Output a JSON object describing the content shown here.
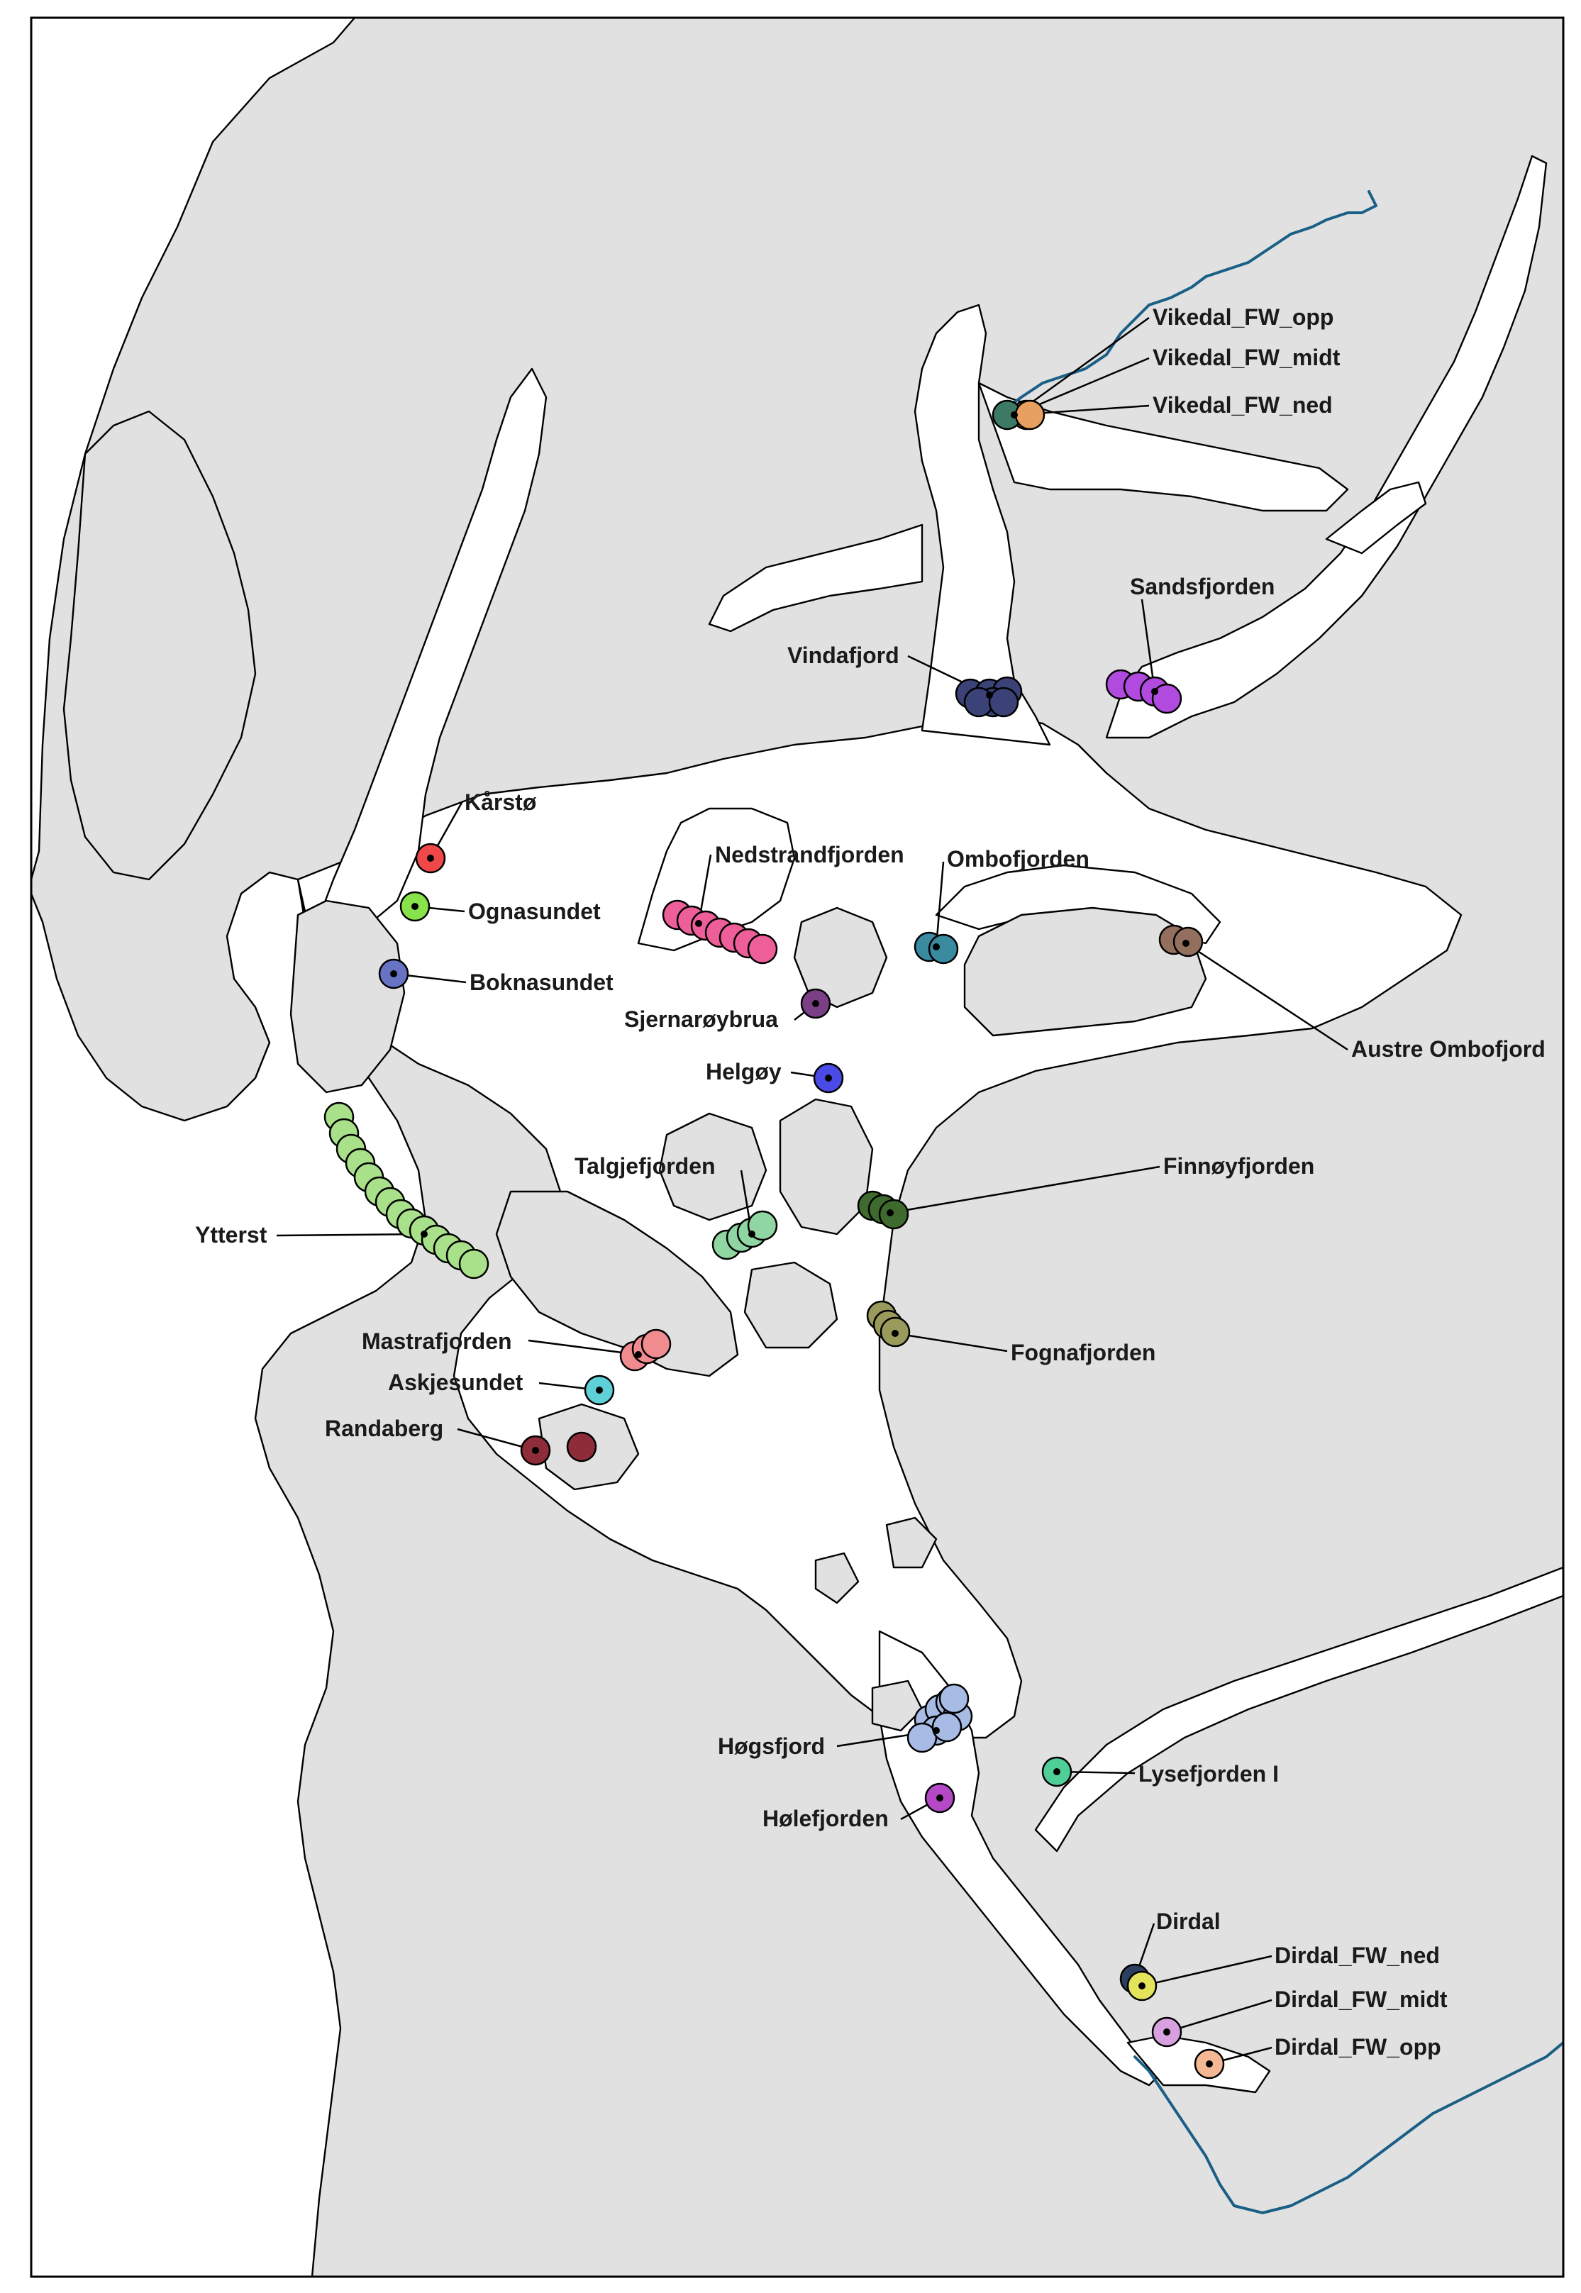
{
  "map": {
    "colors": {
      "land": "#e1e1e1",
      "water": "#ffffff",
      "river": "#1b5f86",
      "border": "#000000"
    }
  },
  "sites": [
    {
      "id": "vikedal_fw_opp",
      "label": "Vikedal_FW_opp",
      "color": "#d99a5b"
    },
    {
      "id": "vikedal_fw_midt",
      "label": "Vikedal_FW_midt",
      "color": "#3d7a66"
    },
    {
      "id": "vikedal_fw_ned",
      "label": "Vikedal_FW_ned",
      "color": "#e8a060"
    },
    {
      "id": "sandsfjorden",
      "label": "Sandsfjorden",
      "color": "#b14be0"
    },
    {
      "id": "vindafjord",
      "label": "Vindafjord",
      "color": "#3b4277"
    },
    {
      "id": "karsto",
      "label": "Kårstø",
      "color": "#f04848"
    },
    {
      "id": "nedstrandfjorden",
      "label": "Nedstrandfjorden",
      "color": "#ee5f9a"
    },
    {
      "id": "ombofjorden",
      "label": "Ombofjorden",
      "color": "#3a8aa0"
    },
    {
      "id": "ognasundet",
      "label": "Ognasundet",
      "color": "#88e24a"
    },
    {
      "id": "boknasundet",
      "label": "Boknasundet",
      "color": "#6873c4"
    },
    {
      "id": "sjernaroybrua",
      "label": "Sjernarøybrua",
      "color": "#7b3f86"
    },
    {
      "id": "austre_ombofjord",
      "label": "Austre Ombofjord",
      "color": "#93705e"
    },
    {
      "id": "helgoy",
      "label": "Helgøy",
      "color": "#4a4ae6"
    },
    {
      "id": "talgjefjorden",
      "label": "Talgjefjorden",
      "color": "#8fd6a3"
    },
    {
      "id": "finnoyfjorden",
      "label": "Finnøyfjorden",
      "color": "#3f6a2d"
    },
    {
      "id": "ytterst",
      "label": "Ytterst",
      "color": "#a9e08a"
    },
    {
      "id": "fognafjorden",
      "label": "Fognafjorden",
      "color": "#9a9a5c"
    },
    {
      "id": "mastrafjorden",
      "label": "Mastrafjorden",
      "color": "#f08c90"
    },
    {
      "id": "askjesundet",
      "label": "Askjesundet",
      "color": "#5fd0d8"
    },
    {
      "id": "randaberg",
      "label": "Randaberg",
      "color": "#8e2c3a"
    },
    {
      "id": "hogsfjord",
      "label": "Høgsfjord",
      "color": "#a7bbe4"
    },
    {
      "id": "lysefjorden_i",
      "label": "Lysefjorden I",
      "color": "#4fcf97"
    },
    {
      "id": "holefjorden",
      "label": "Hølefjorden",
      "color": "#b548c6"
    },
    {
      "id": "dirdal",
      "label": "Dirdal",
      "color": "#2d3f5f"
    },
    {
      "id": "dirdal_fw_ned",
      "label": "Dirdal_FW_ned",
      "color": "#e4e35c"
    },
    {
      "id": "dirdal_fw_midt",
      "label": "Dirdal_FW_midt",
      "color": "#d9a0e0"
    },
    {
      "id": "dirdal_fw_opp",
      "label": "Dirdal_FW_opp",
      "color": "#f5b895"
    }
  ]
}
